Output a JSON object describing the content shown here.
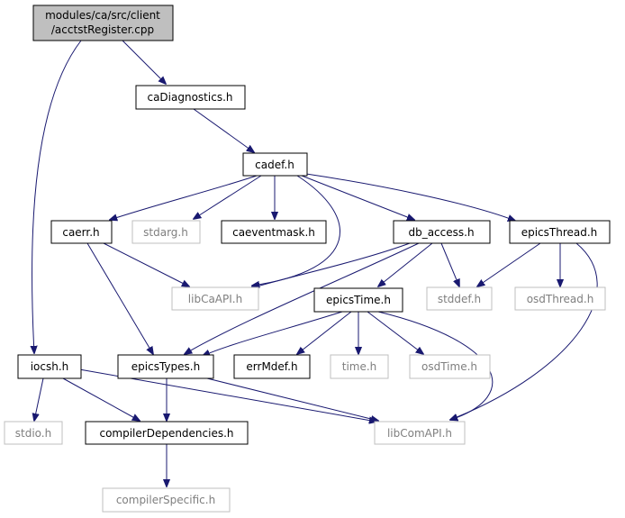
{
  "colors": {
    "edge": "#191970",
    "root_fill": "#bfbfbf",
    "node_border": "#000000",
    "dim_border": "#bfbfbf",
    "text": "#000000",
    "dim_text": "#7f7f7f"
  },
  "nodes": {
    "root": {
      "line1": "modules/ca/src/client",
      "line2": "/acctstRegister.cpp"
    },
    "caDiagnostics": {
      "label": "caDiagnostics.h"
    },
    "cadef": {
      "label": "cadef.h"
    },
    "caerr": {
      "label": "caerr.h"
    },
    "stdarg": {
      "label": "stdarg.h"
    },
    "caeventmask": {
      "label": "caeventmask.h"
    },
    "db_access": {
      "label": "db_access.h"
    },
    "epicsThread": {
      "label": "epicsThread.h"
    },
    "libCaAPI": {
      "label": "libCaAPI.h"
    },
    "epicsTime": {
      "label": "epicsTime.h"
    },
    "stddef": {
      "label": "stddef.h"
    },
    "osdThread": {
      "label": "osdThread.h"
    },
    "iocsh": {
      "label": "iocsh.h"
    },
    "epicsTypes": {
      "label": "epicsTypes.h"
    },
    "errMdef": {
      "label": "errMdef.h"
    },
    "time": {
      "label": "time.h"
    },
    "osdTime": {
      "label": "osdTime.h"
    },
    "stdio": {
      "label": "stdio.h"
    },
    "compilerDependencies": {
      "label": "compilerDependencies.h"
    },
    "libComAPI": {
      "label": "libComAPI.h"
    },
    "compilerSpecific": {
      "label": "compilerSpecific.h"
    }
  }
}
